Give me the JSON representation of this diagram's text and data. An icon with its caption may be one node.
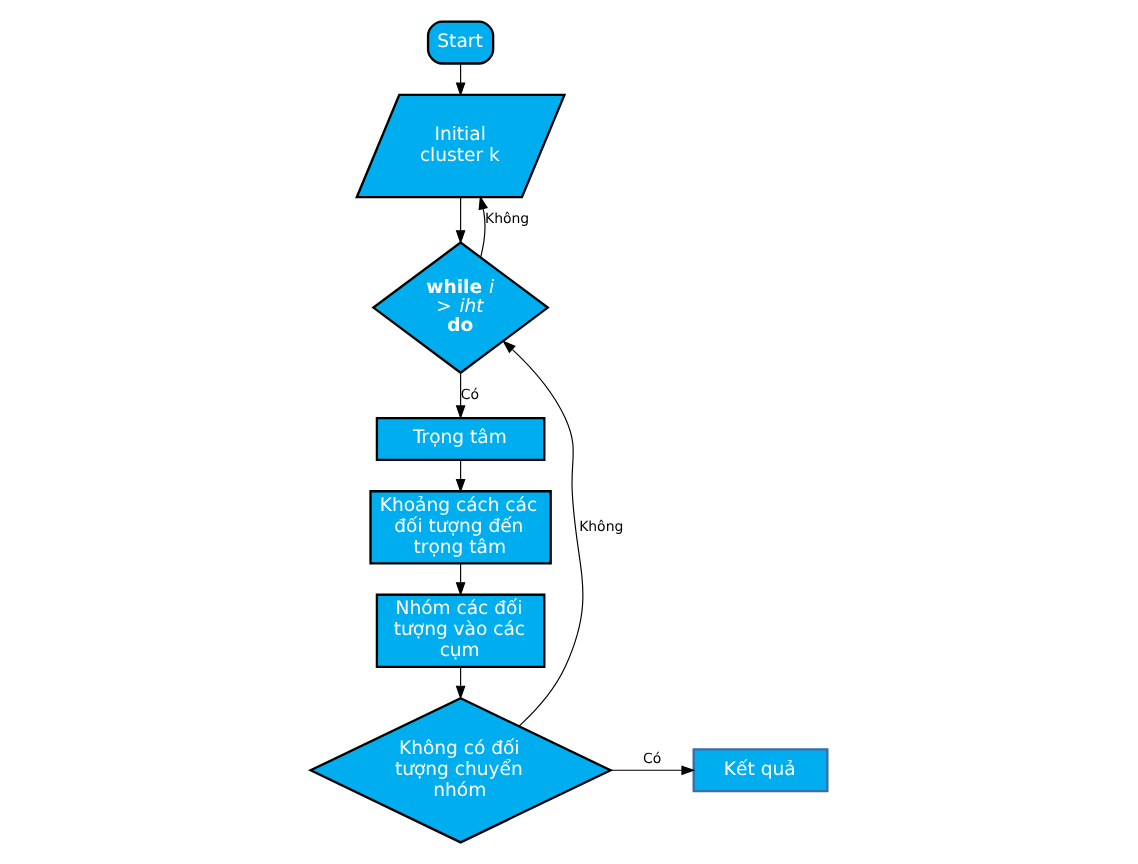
{
  "diagram": {
    "nodes": [
      {
        "text": [
          "Start"
        ]
      },
      {
        "text": [
          "Initial cluster k"
        ]
      },
      {
        "text": [
          "**while** *i > iht* **do**"
        ]
      },
      {
        "text": [
          "Trọng tâm"
        ]
      },
      {
        "text": [
          "Khoảng cách các đối tượng đến trọng tâm"
        ]
      },
      {
        "text": [
          "Nhóm các đối tượng vào các cụm"
        ]
      },
      {
        "text": [
          "Không có đối tượng chuyển nhóm"
        ]
      },
      {
        "text": [
          "Kết quả"
        ]
      }
    ],
    "edges": [
      {
        "from": 0,
        "to": 1,
        "arrow": "to"
      },
      {
        "from": 1,
        "to": 2,
        "arrow": "to"
      },
      {
        "from": 2,
        "to": 1,
        "arrow": "to",
        "label": "Không"
      },
      {
        "from": 2,
        "to": 3,
        "arrow": "to",
        "label": "Có"
      },
      {
        "from": 3,
        "to": 4,
        "arrow": "to"
      },
      {
        "from": 4,
        "to": 5,
        "arrow": "to"
      },
      {
        "from": 5,
        "to": 6,
        "arrow": "to"
      },
      {
        "from": 6,
        "to": 2,
        "arrow": "to",
        "label": "Không"
      },
      {
        "from": 6,
        "to": 7,
        "arrow": "to",
        "label": "Có"
      }
    ]
  }
}
